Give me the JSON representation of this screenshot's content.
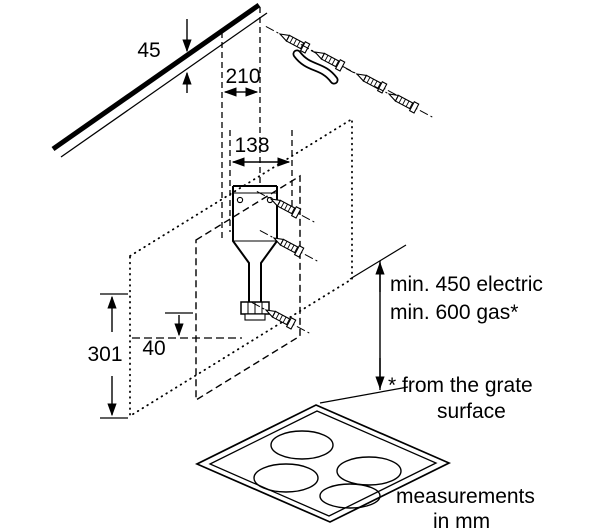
{
  "diagram": {
    "dimensions": {
      "wall_gap": "45",
      "width_top": "210",
      "bracket_width": "138",
      "height": "301",
      "bottom_gap": "40"
    },
    "clearance": {
      "electric": "min. 450 electric",
      "gas": "min. 600 gas*"
    },
    "footnote": {
      "line1": "* from the grate",
      "line2": "surface"
    },
    "units": {
      "line1": "measurements",
      "line2": "in mm"
    },
    "colors": {
      "ink": "#000000",
      "background": "#ffffff"
    }
  }
}
